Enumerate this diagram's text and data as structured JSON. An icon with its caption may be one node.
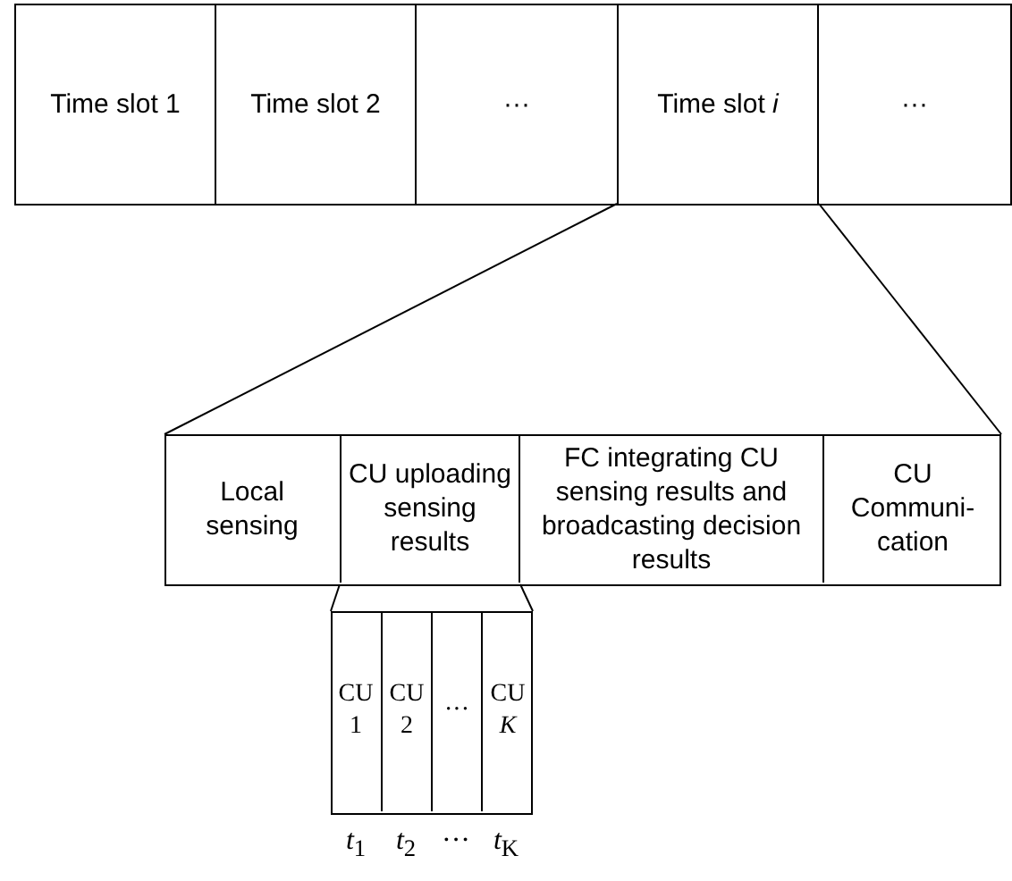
{
  "diagram": {
    "nodes": [
      {
        "text": [
          "Time slot 1"
        ]
      },
      {
        "text": [
          "Time slot 2"
        ]
      },
      {
        "text": [
          "···"
        ]
      },
      {
        "text": [
          "Time slot *i*"
        ]
      },
      {
        "text": [
          "···"
        ]
      },
      {
        "text": [],
        "shape": "box"
      },
      {
        "text": [
          "Local sensing"
        ],
        "in": 5
      },
      {
        "text": [
          "CU uploading sensing results"
        ],
        "in": 5
      },
      {
        "text": [
          "FC integrating CU sensing results and broadcasting decision results"
        ],
        "in": 5
      },
      {
        "text": [
          "CU Communi- cation"
        ],
        "in": 5
      },
      {
        "text": [],
        "shape": "box"
      },
      {
        "text": [
          "CU 1"
        ],
        "in": 10
      },
      {
        "text": [
          "CU 2"
        ],
        "in": 10
      },
      {
        "text": [
          "···"
        ],
        "in": 10
      },
      {
        "text": [
          "CU *K*"
        ],
        "in": 10
      }
    ],
    "edges": [
      {
        "from": 3,
        "to": 5,
        "arrow": "none"
      },
      {
        "from": 3,
        "to": 5,
        "arrow": "none"
      },
      {
        "from": 7,
        "to": 10,
        "arrow": "none"
      },
      {
        "from": 7,
        "to": 10,
        "arrow": "none"
      }
    ],
    "labels": [
      "*t*$_{1}$",
      "*t*$_{2}$",
      "···",
      "*t*$_{K}$"
    ]
  }
}
